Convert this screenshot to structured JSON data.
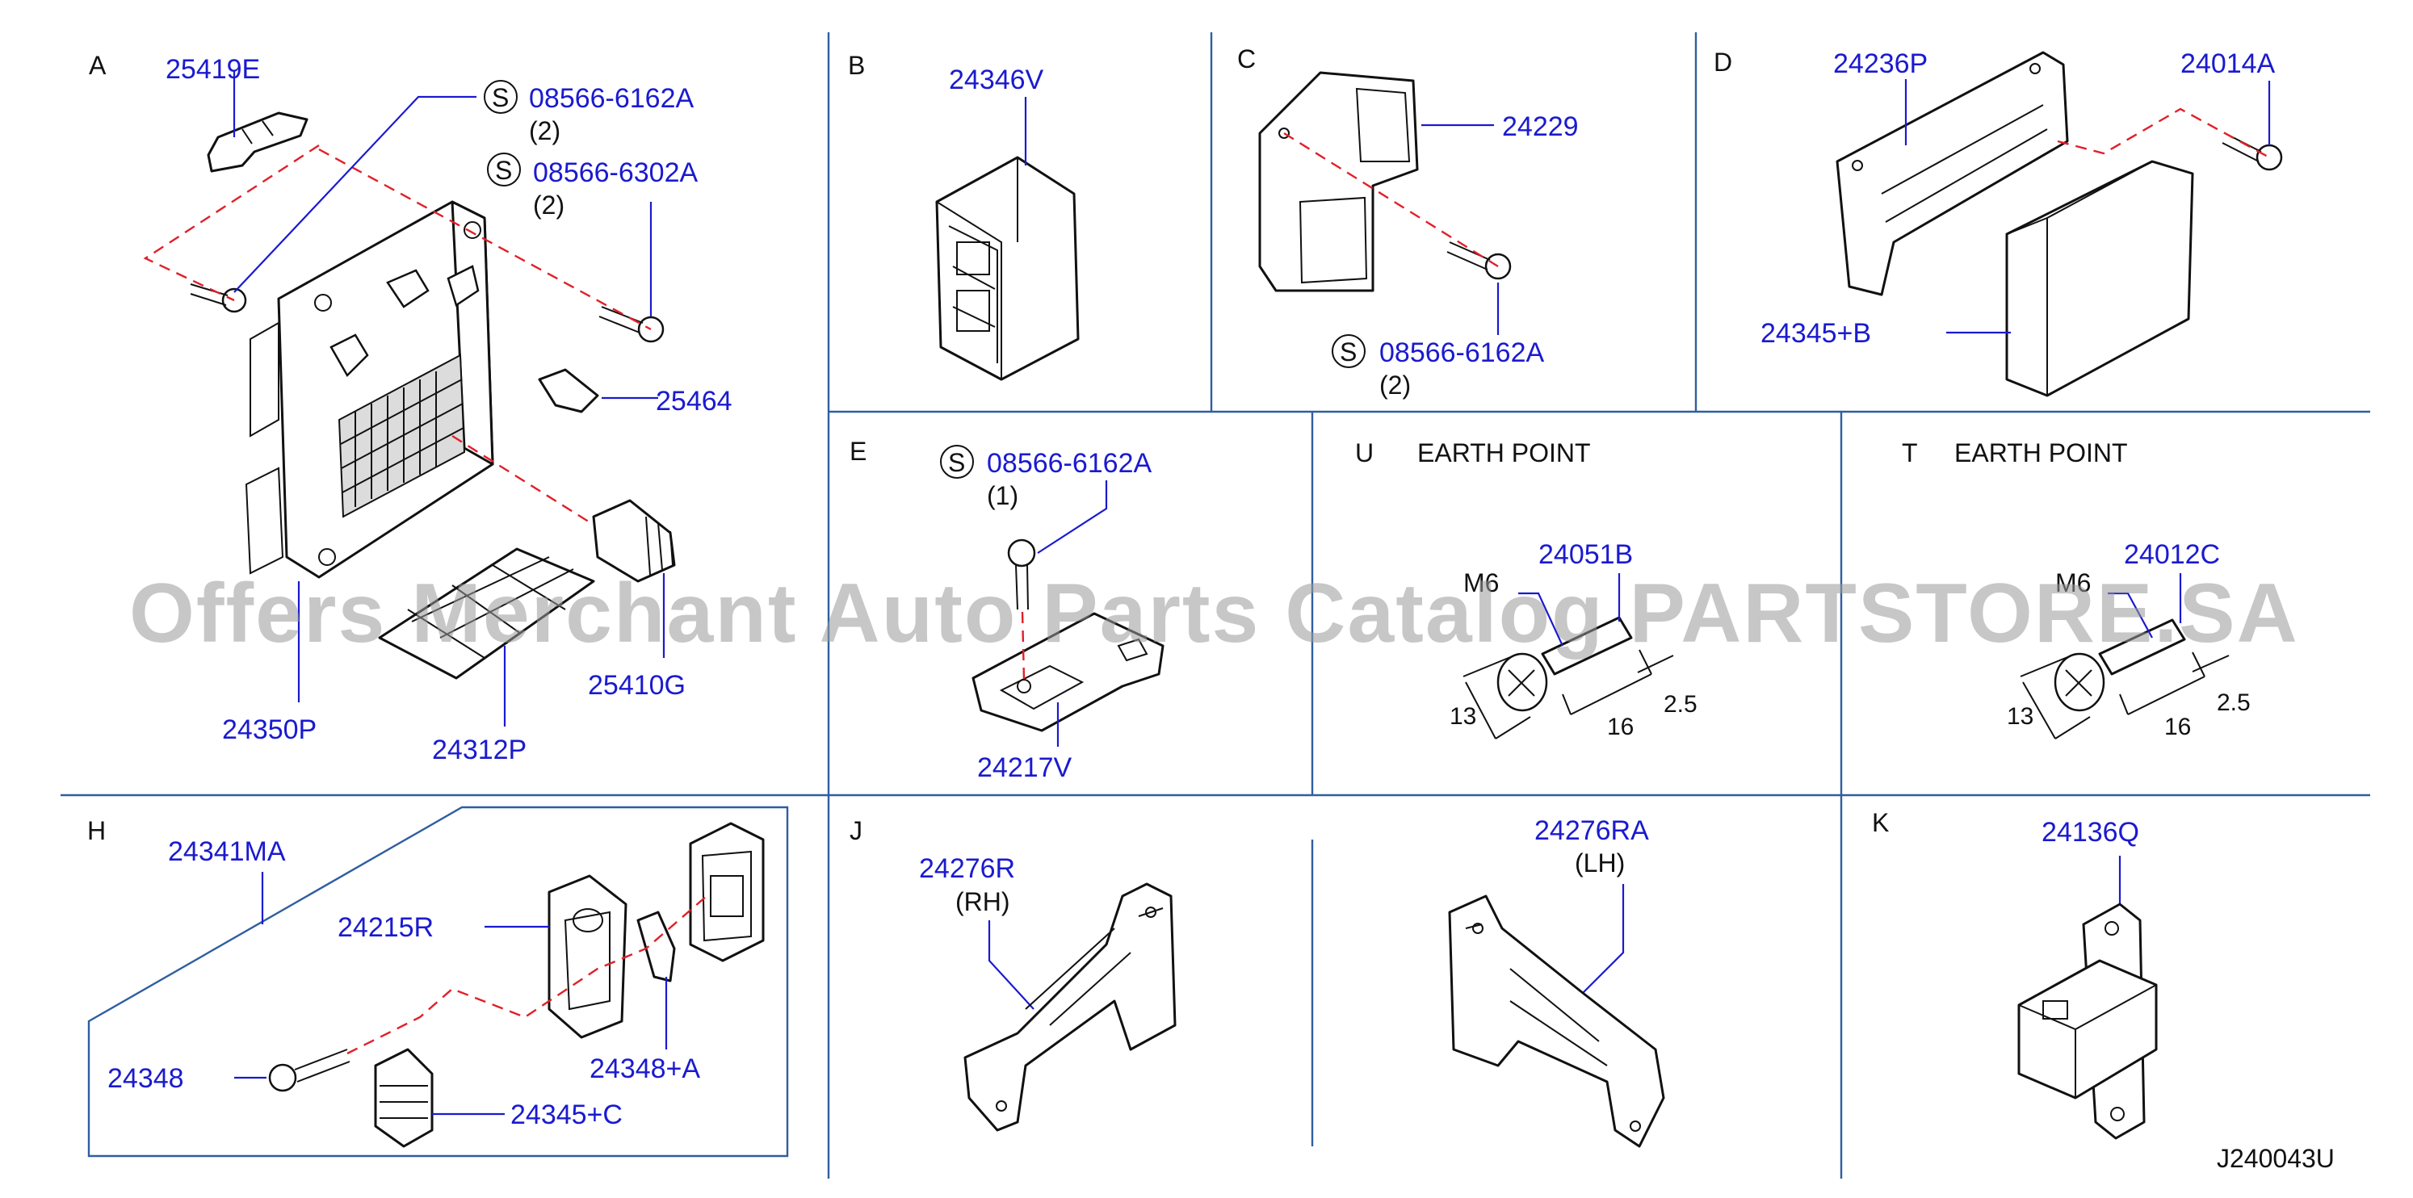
{
  "watermark": "Offers Merchant Auto Parts Catalog PARTSTORE.SA",
  "diagram_code": "J240043U",
  "sections": {
    "A": {
      "label": "A",
      "parts": [
        "25419E",
        "08566-6162A",
        "08566-6302A",
        "25464",
        "24350P",
        "24312P",
        "25410G"
      ],
      "qty_6162": "(2)",
      "qty_6302": "(2)",
      "s_mark": "S"
    },
    "B": {
      "label": "B",
      "parts": [
        "24346V"
      ]
    },
    "C": {
      "label": "C",
      "parts": [
        "24229",
        "08566-6162A"
      ],
      "qty": "(2)",
      "s_mark": "S"
    },
    "D": {
      "label": "D",
      "parts": [
        "24236P",
        "24014A",
        "24345+B"
      ]
    },
    "E": {
      "label": "E",
      "parts": [
        "08566-6162A",
        "24217V"
      ],
      "qty": "(1)",
      "s_mark": "S"
    },
    "U": {
      "label": "U",
      "title": "EARTH  POINT",
      "parts": [
        "24051B"
      ],
      "thread": "M6",
      "dims": [
        "13",
        "16",
        "2.5"
      ]
    },
    "T": {
      "label": "T",
      "title": "EARTH  POINT",
      "parts": [
        "24012C"
      ],
      "thread": "M6",
      "dims": [
        "13",
        "16",
        "2.5"
      ]
    },
    "H": {
      "label": "H",
      "parts": [
        "24341MA",
        "24215R",
        "24348",
        "24348+A",
        "24345+C"
      ]
    },
    "J": {
      "label": "J",
      "parts": [
        "24276R",
        "24276RA"
      ],
      "rh": "(RH)",
      "lh": "(LH)"
    },
    "K": {
      "label": "K",
      "parts": [
        "24136Q"
      ]
    }
  }
}
